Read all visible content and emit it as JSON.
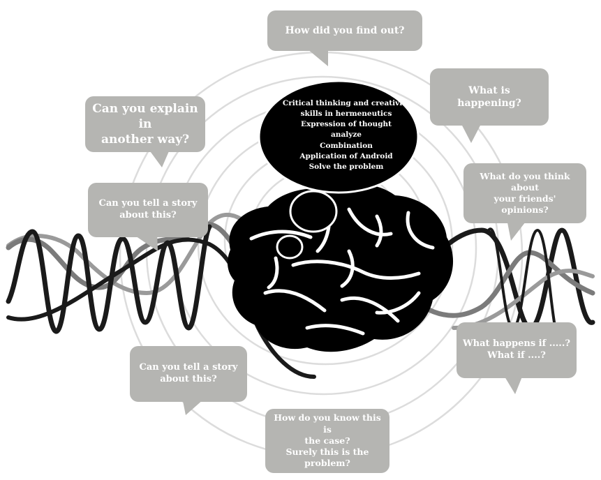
{
  "colors": {
    "bubble_fill": "#b5b5b2",
    "thought_fill": "#000000",
    "wave_dark": "#1a1a1a",
    "wave_mid": "#7b7b7b",
    "rings": "#dcdcdc"
  },
  "thought": {
    "lines": [
      "Critical thinking and creativity skills in hermeneutics",
      "Expression of thought",
      "analyze",
      "Combination",
      "Application of Android",
      "Solve the problem"
    ]
  },
  "questions": {
    "how_find_out": "How did you find out?",
    "what_happening": "What is happening?",
    "explain_another_way": "Can you explain in\nanother way?",
    "friends_opinions": "What do you think about\nyour friends' opinions?",
    "tell_story_top": "Can you tell a story\nabout this?",
    "what_happens_if": "What happens if .....?\nWhat if ....?",
    "tell_story_bottom": "Can you tell a story\nabout this?",
    "how_know_case": "How do you know this is\nthe case?\nSurely this is the\nproblem?"
  }
}
